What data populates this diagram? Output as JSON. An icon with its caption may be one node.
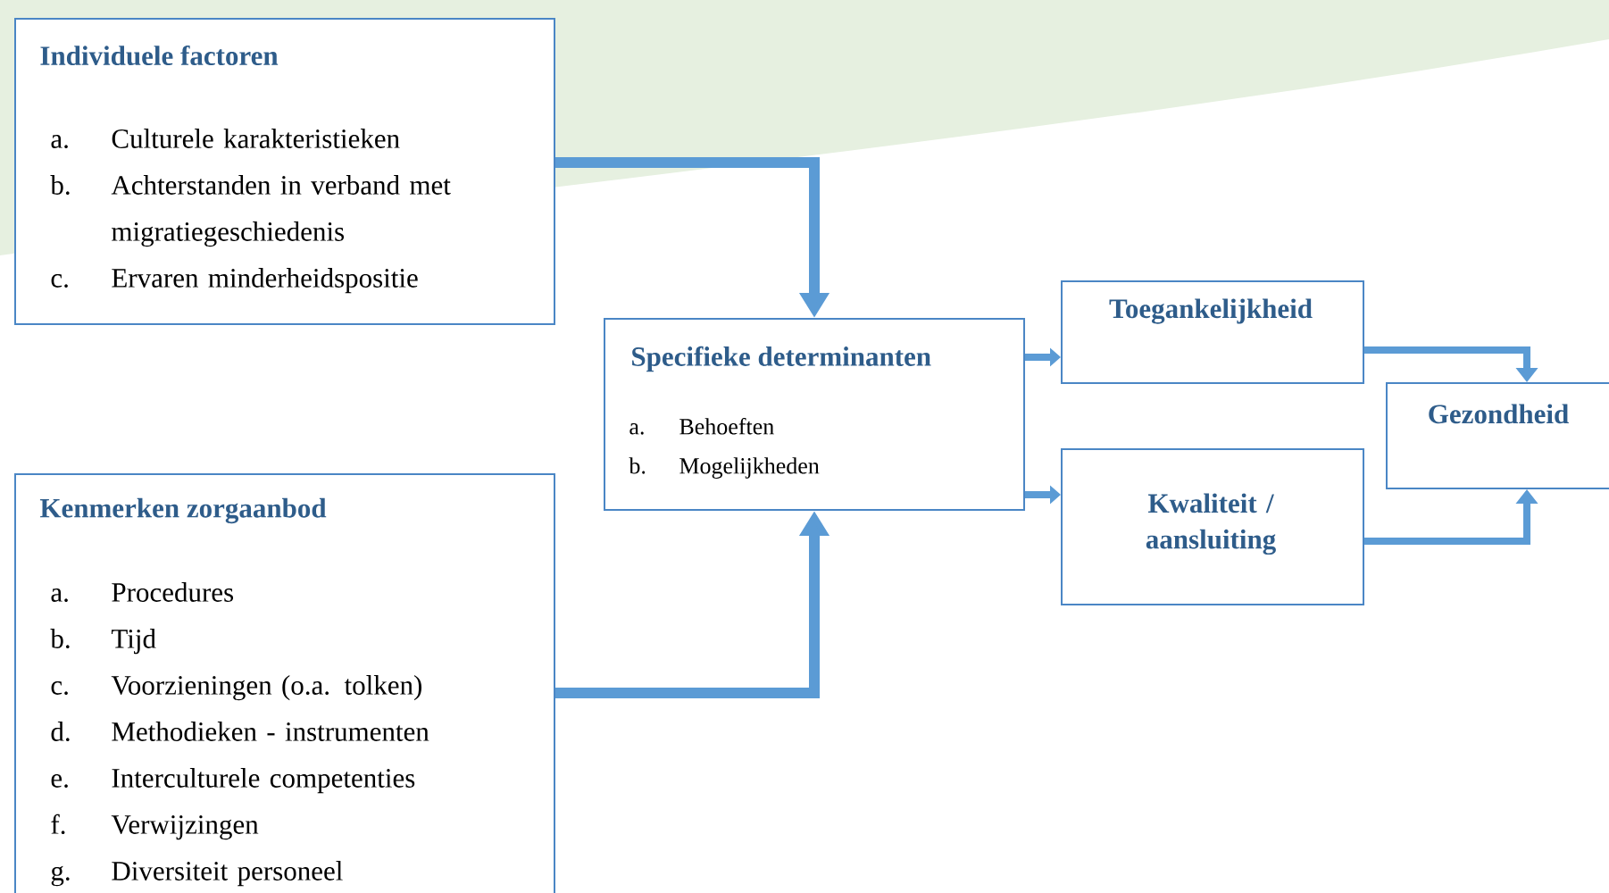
{
  "diagram": {
    "nodes": [
      {
        "text": [
          "Individuele factoren",
          "a.",
          "Culturele karakteristieken",
          "b.",
          "Achterstanden in verband met migratiegeschiedenis",
          "c.",
          "Ervaren minderheidspositie"
        ]
      },
      {
        "text": [
          "Kenmerken zorgaanbod",
          "a.",
          "Procedures",
          "b.",
          "Tijd",
          "c.",
          "Voorzieningen (o.a. tolken)",
          "d.",
          "Methodieken - instrumenten",
          "e.",
          "Interculturele competenties",
          "f.",
          "Verwijzingen",
          "g.",
          "Diversiteit personeel"
        ]
      },
      {
        "text": [
          "Specifieke determinanten",
          "a.",
          "Behoeften",
          "b.",
          "Mogelijkheden"
        ]
      },
      {
        "text": [
          "Toegankelijkheid"
        ]
      },
      {
        "text": [
          "Kwaliteit / aansluiting"
        ]
      },
      {
        "text": [
          "Gezondheid"
        ]
      }
    ],
    "edges": [
      {
        "from": 0,
        "to": 2,
        "arrow": "to"
      },
      {
        "from": 1,
        "to": 2,
        "arrow": "to"
      },
      {
        "from": 2,
        "to": 3,
        "arrow": "to"
      },
      {
        "from": 2,
        "to": 4,
        "arrow": "to"
      },
      {
        "from": 3,
        "to": 5,
        "arrow": "to"
      },
      {
        "from": 4,
        "to": 5,
        "arrow": "to"
      }
    ]
  }
}
